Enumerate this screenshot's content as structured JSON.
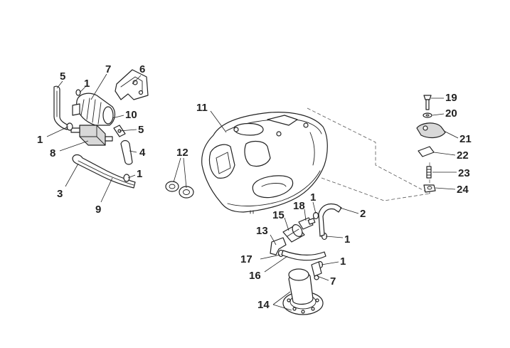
{
  "callouts": [
    {
      "id": "c1a",
      "text": "1"
    },
    {
      "id": "c1b",
      "text": "1"
    },
    {
      "id": "c1c",
      "text": "1"
    },
    {
      "id": "c1d",
      "text": "1"
    },
    {
      "id": "c1e",
      "text": "1"
    },
    {
      "id": "c1f",
      "text": "1"
    },
    {
      "id": "c2",
      "text": "2"
    },
    {
      "id": "c3",
      "text": "3"
    },
    {
      "id": "c4",
      "text": "4"
    },
    {
      "id": "c5a",
      "text": "5"
    },
    {
      "id": "c5b",
      "text": "5"
    },
    {
      "id": "c6",
      "text": "6"
    },
    {
      "id": "c7a",
      "text": "7"
    },
    {
      "id": "c7b",
      "text": "7"
    },
    {
      "id": "c8",
      "text": "8"
    },
    {
      "id": "c9",
      "text": "9"
    },
    {
      "id": "c10",
      "text": "10"
    },
    {
      "id": "c11",
      "text": "11"
    },
    {
      "id": "c12",
      "text": "12"
    },
    {
      "id": "c13",
      "text": "13"
    },
    {
      "id": "c14",
      "text": "14"
    },
    {
      "id": "c15",
      "text": "15"
    },
    {
      "id": "c16",
      "text": "16"
    },
    {
      "id": "c17",
      "text": "17"
    },
    {
      "id": "c18",
      "text": "18"
    },
    {
      "id": "c19",
      "text": "19"
    },
    {
      "id": "c20",
      "text": "20"
    },
    {
      "id": "c21",
      "text": "21"
    },
    {
      "id": "c22",
      "text": "22"
    },
    {
      "id": "c23",
      "text": "23"
    },
    {
      "id": "c24",
      "text": "24"
    }
  ]
}
